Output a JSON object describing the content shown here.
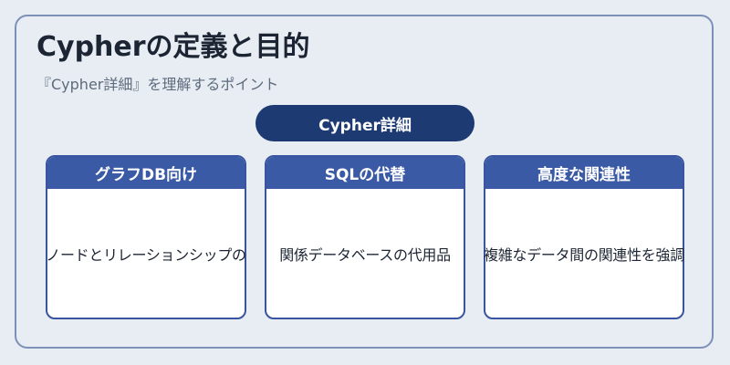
{
  "header": {
    "title": "Cypherの定義と目的",
    "subtitle": "『Cypher詳細』を理解するポイント"
  },
  "center_node": {
    "label": "Cypher詳細"
  },
  "cards": [
    {
      "title": "グラフDB向け",
      "body": "ノードとリレーションシップの"
    },
    {
      "title": "SQLの代替",
      "body": "関係データベースの代用品"
    },
    {
      "title": "高度な関連性",
      "body": "複雑なデータ間の関連性を強調"
    }
  ],
  "colors": {
    "background": "#e8edf3",
    "frame_border": "#7d91b8",
    "pill": "#1e3a72",
    "card_header": "#3b5aa5",
    "card_border": "#3a55a0"
  }
}
